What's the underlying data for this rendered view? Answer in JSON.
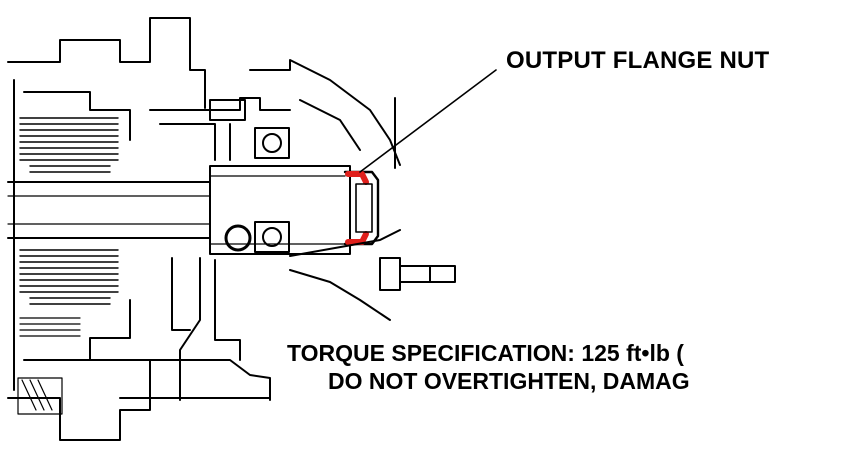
{
  "figure": {
    "type": "exploded-section-drawing",
    "subject": "transmission output shaft section",
    "highlight_color": "#e0201c",
    "line_color": "#000000",
    "background": "#ffffff"
  },
  "labels": {
    "callout": "OUTPUT FLANGE NUT",
    "torque": "TORQUE SPECIFICATION:  125 ft•lb (",
    "warning": "DO NOT OVERTIGHTEN, DAMAG"
  }
}
